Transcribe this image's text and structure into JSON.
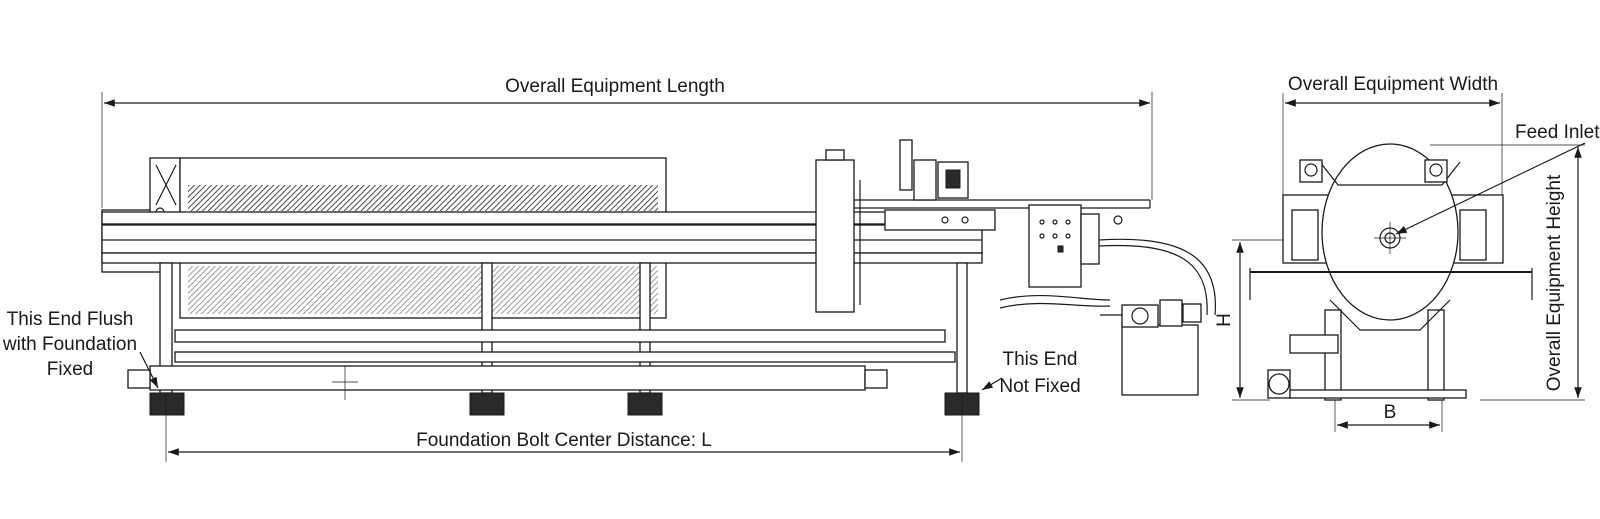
{
  "labels": {
    "overall_length": "Overall Equipment Length",
    "overall_width": "Overall Equipment Width",
    "feed_inlet": "Feed Inlet",
    "overall_height": "Overall Equipment Height",
    "flush_end_line1": "This End Flush",
    "flush_end_line2": "with Foundation",
    "flush_end_line3": "Fixed",
    "not_fixed_line1": "This End",
    "not_fixed_line2": "Not Fixed",
    "bolt_distance": "Foundation Bolt Center Distance: L",
    "dim_h": "H",
    "dim_b": "B"
  },
  "colors": {
    "line": "#1a1a1a",
    "background": "#ffffff"
  }
}
